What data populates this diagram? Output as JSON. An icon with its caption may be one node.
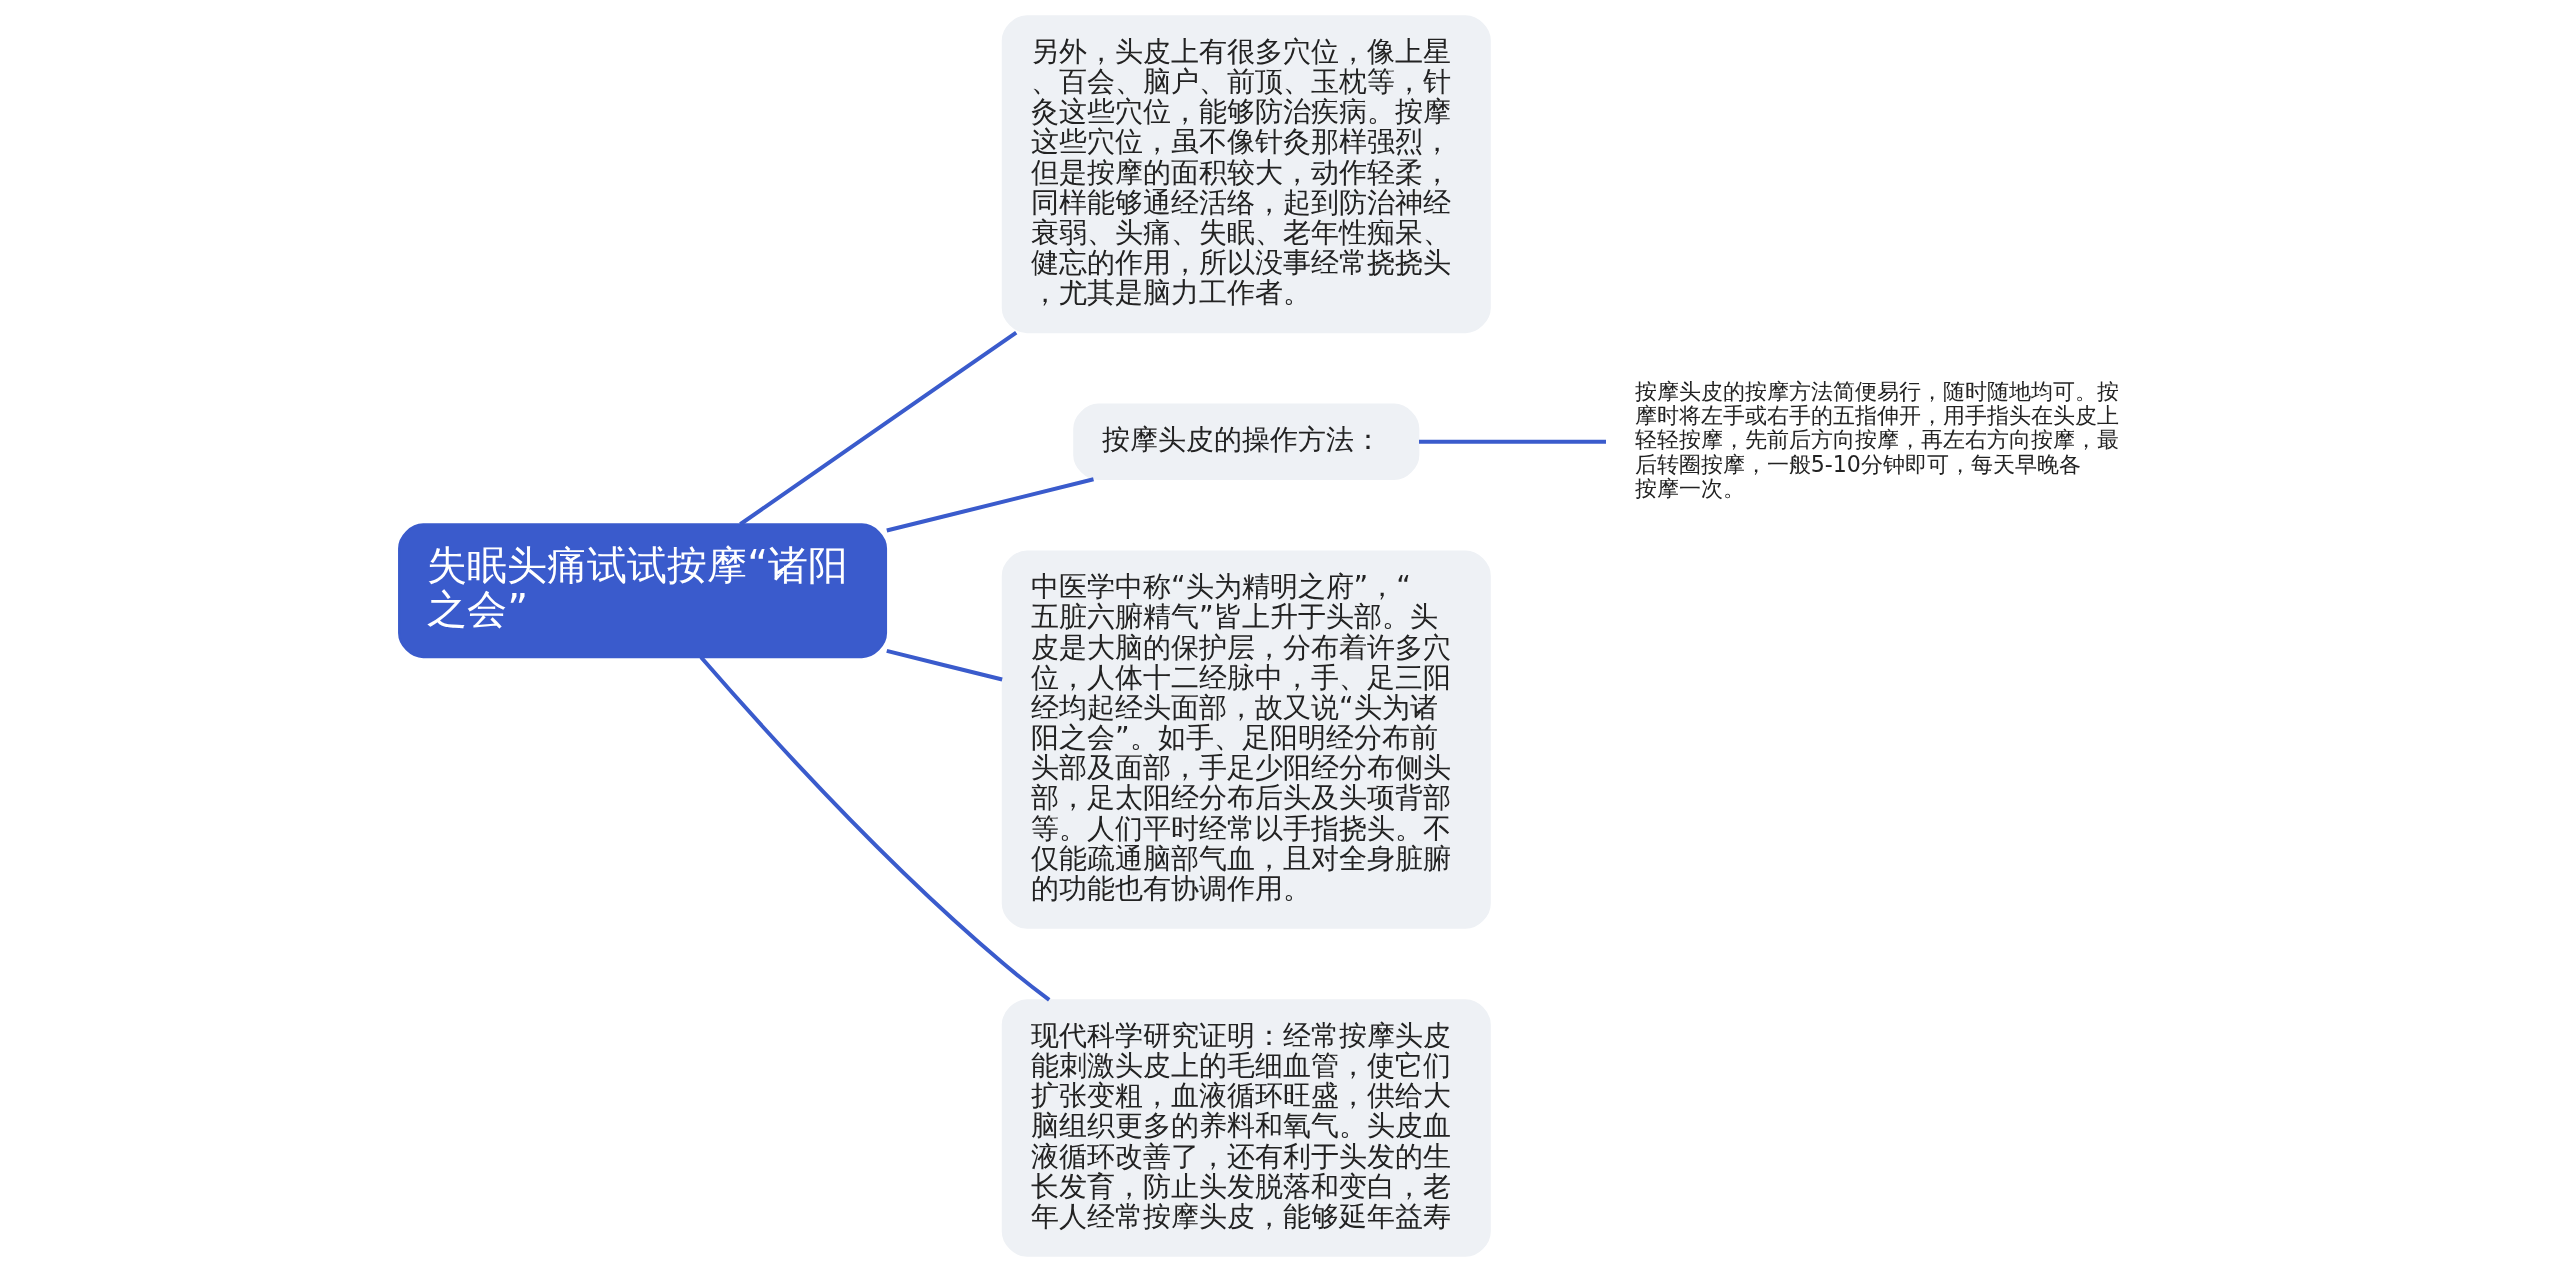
{
  "diagram": {
    "nodes": [
      {
        "text": [
          "失眠头痛试试按摩“诸阳之会”"
        ]
      },
      {
        "text": [
          "另外，头皮上有很多穴位，像上星、百会、脑户、前顶、玉枕等，针灸这些穴位，能够防治疾病。按摩这些穴位，虽不像针灸那样强烈，但是按摩的面积较大，动作轻柔，同样能够通经活络，起到防治神经衰弱、头痛、失眠、老年性痴呆、健忘的作用，所以没事经常挠挠头，尤其是脑力工作者。"
        ]
      },
      {
        "text": [
          "按摩头皮的操作方法："
        ]
      },
      {
        "text": [
          "按摩头皮的按摩方法简便易行，随时随地均可。按摩时将左手或右手的五指伸开，用手指头在头皮上轻轻按摩，先前后方向按摩，再左右方向按摩，最后转圈按摩，一般5-10分钟即可，每天早晚各按摩一次。"
        ]
      },
      {
        "text": [
          "中医学中称“头为精明之府”，“五脏六腑精气”皆上升于头部。头皮是大脑的保护层，分布着许多穴位，人体十二经脉中，手、足三阳经均起经头面部，故又说“头为诸阳之会”。如手、足阳明经分布前头部及面部，手足少阳经分布侧头部，足太阳经分布后头及头项背部等。人们平时经常以手指挠头。不仅能疏通脑部气血，且对全身脏腑的功能也有协调作用。"
        ]
      },
      {
        "text": [
          "现代科学研究证明：经常按摩头皮能刺激头皮上的毛细血管，使它们扩张变粗，血液循环旺盛，供给大脑组织更多的养料和氧气。头皮血液循环改善了，还有利于头发的生长发育，防止头发脱落和变白，老年人经常按摩头皮，能够延年益寿"
        ]
      }
    ],
    "edges": [
      {
        "from": 0,
        "to": 1,
        "arrow": "none"
      },
      {
        "from": 0,
        "to": 2,
        "arrow": "none"
      },
      {
        "from": 2,
        "to": 3,
        "arrow": "none"
      },
      {
        "from": 0,
        "to": 4,
        "arrow": "none"
      },
      {
        "from": 0,
        "to": 5,
        "arrow": "none"
      }
    ]
  }
}
